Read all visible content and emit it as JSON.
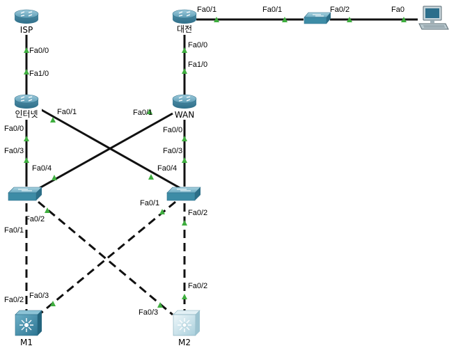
{
  "devices": {
    "isp": {
      "label": "ISP",
      "kind": "router"
    },
    "internet": {
      "label": "인터넷",
      "kind": "router"
    },
    "daejeon": {
      "label": "대전",
      "kind": "router"
    },
    "wan": {
      "label": "WAN",
      "kind": "router"
    },
    "sw_top": {
      "label": "",
      "kind": "switch"
    },
    "pc": {
      "label": "",
      "kind": "pc"
    },
    "sw_left": {
      "label": "",
      "kind": "switch"
    },
    "sw_right": {
      "label": "",
      "kind": "switch"
    },
    "m1": {
      "label": "M1",
      "kind": "multilayer-switch"
    },
    "m2": {
      "label": "M2",
      "kind": "multilayer-switch"
    }
  },
  "ports": {
    "isp_fa0_0": "Fa0/0",
    "internet_fa1_0": "Fa1/0",
    "internet_fa0_1": "Fa0/1",
    "internet_fa0_0": "Fa0/0",
    "swl_fa0_3": "Fa0/3",
    "swl_fa0_4": "Fa0/4",
    "swl_fa0_2": "Fa0/2",
    "swl_fa0_1": "Fa0/1",
    "m1_fa0_2": "Fa0/2",
    "m1_fa0_3": "Fa0/3",
    "daejeon_fa0_1": "Fa0/1",
    "daejeon_fa0_0": "Fa0/0",
    "swtop_fa0_1": "Fa0/1",
    "swtop_fa0_2": "Fa0/2",
    "pc_fa0": "Fa0",
    "wan_fa1_0": "Fa1/0",
    "wan_fa0_1": "Fa0/1",
    "wan_fa0_0": "Fa0/0",
    "swr_fa0_3": "Fa0/3",
    "swr_fa0_4": "Fa0/4",
    "swr_fa0_1": "Fa0/1",
    "swr_fa0_2": "Fa0/2",
    "m2_fa0_2": "Fa0/2",
    "m2_fa0_3": "Fa0/3"
  },
  "colors": {
    "link": "#111111",
    "port_up": "#3fae3f",
    "router_body": "#4f8fa8",
    "switch_body": "#3d8ca6",
    "ml_body_dark": "#3a86a4",
    "ml_body_light": "#c9e2ea"
  }
}
